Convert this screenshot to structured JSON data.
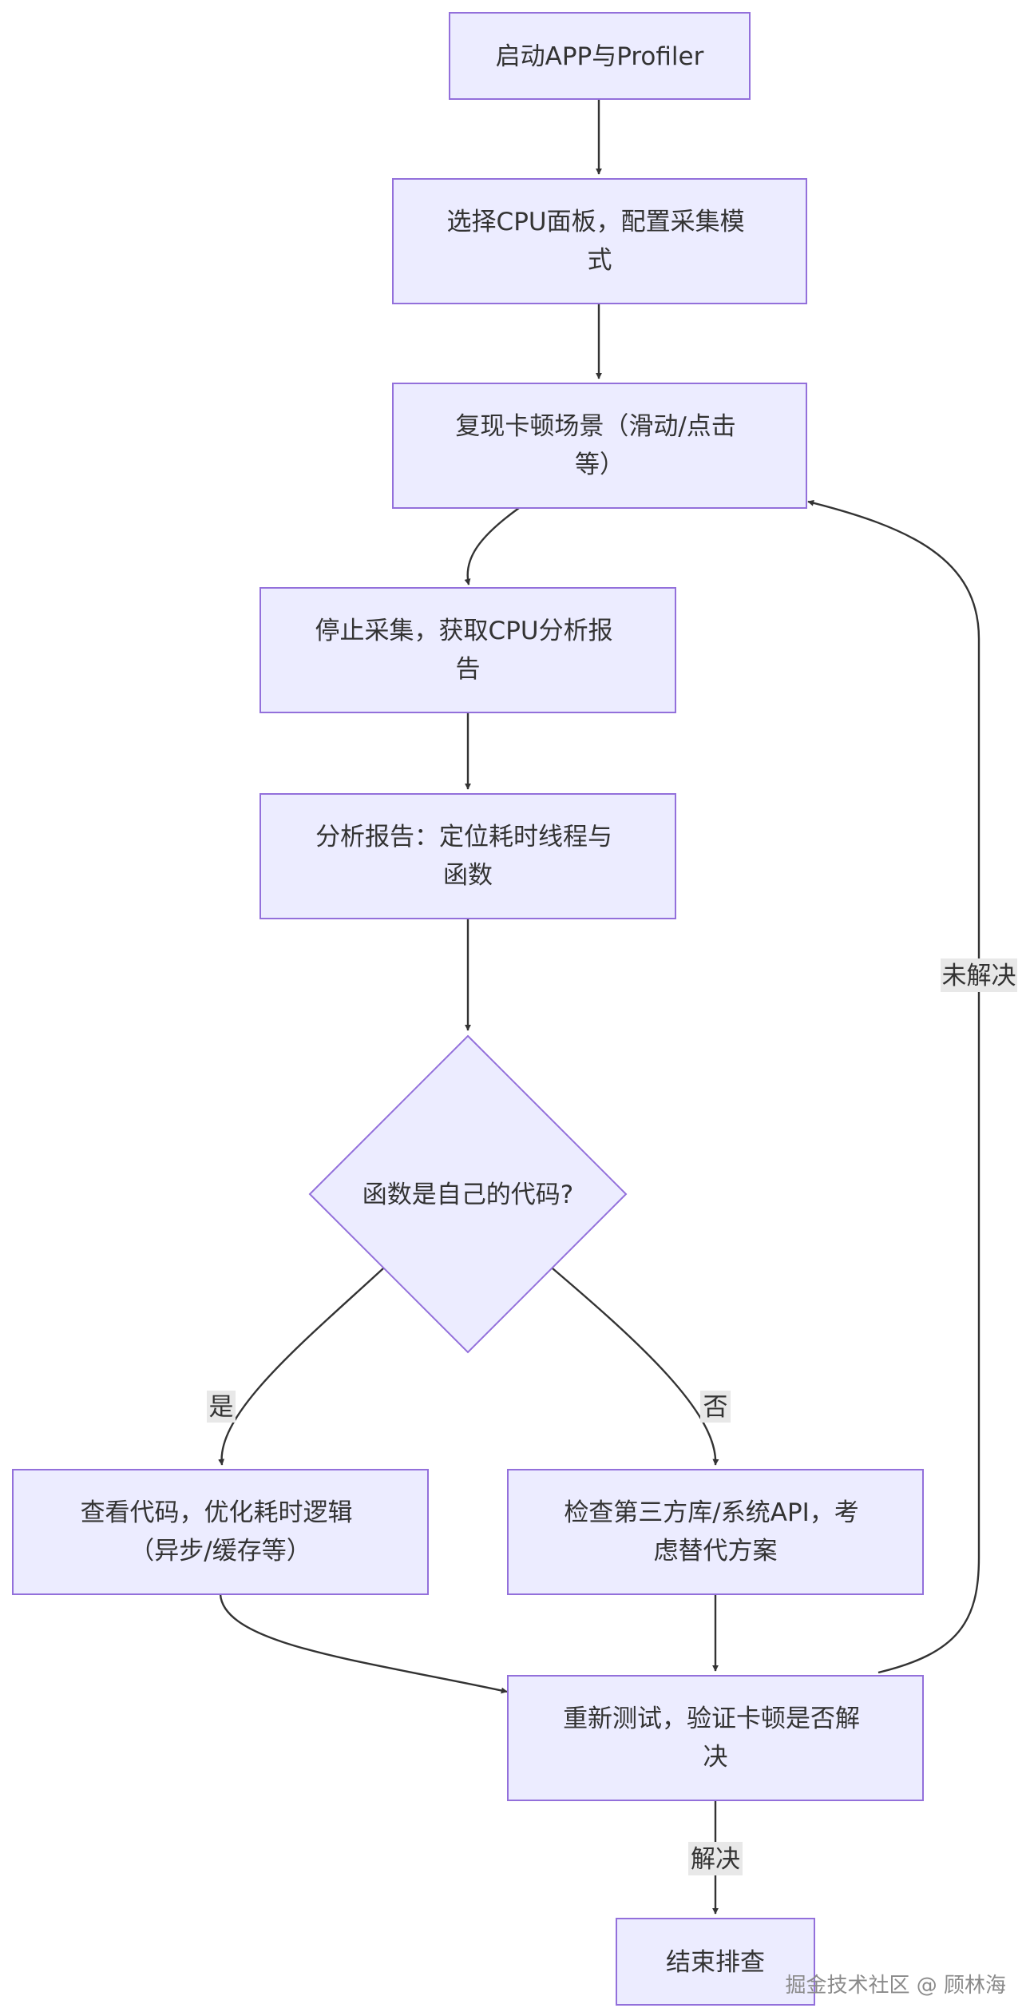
{
  "nodes": {
    "start": {
      "lines": [
        "启动APP与Profiler"
      ]
    },
    "select_cpu": {
      "lines": [
        "选择CPU面板，配置采集模",
        "式"
      ]
    },
    "reproduce": {
      "lines": [
        "复现卡顿场景（滑动/点击",
        "等）"
      ]
    },
    "stop_capture": {
      "lines": [
        "停止采集，获取CPU分析报",
        "告"
      ]
    },
    "analyze": {
      "lines": [
        "分析报告：定位耗时线程与",
        "函数"
      ]
    },
    "decision": {
      "lines": [
        "函数是自己的代码?"
      ]
    },
    "own_code": {
      "lines": [
        "查看代码，优化耗时逻辑",
        "（异步/缓存等）"
      ]
    },
    "third_party": {
      "lines": [
        "检查第三方库/系统API，考",
        "虑替代方案"
      ]
    },
    "retest": {
      "lines": [
        "重新测试，验证卡顿是否解",
        "决"
      ]
    },
    "end": {
      "lines": [
        "结束排查"
      ]
    }
  },
  "edge_labels": {
    "yes": "是",
    "no": "否",
    "unresolved": "未解决",
    "resolved": "解决"
  },
  "watermark": "掘金技术社区 @ 顾林海",
  "colors": {
    "node_fill": "#ECECFF",
    "node_stroke": "#9370DB",
    "edge": "#333333",
    "label_bg": "#e8e8e8"
  }
}
